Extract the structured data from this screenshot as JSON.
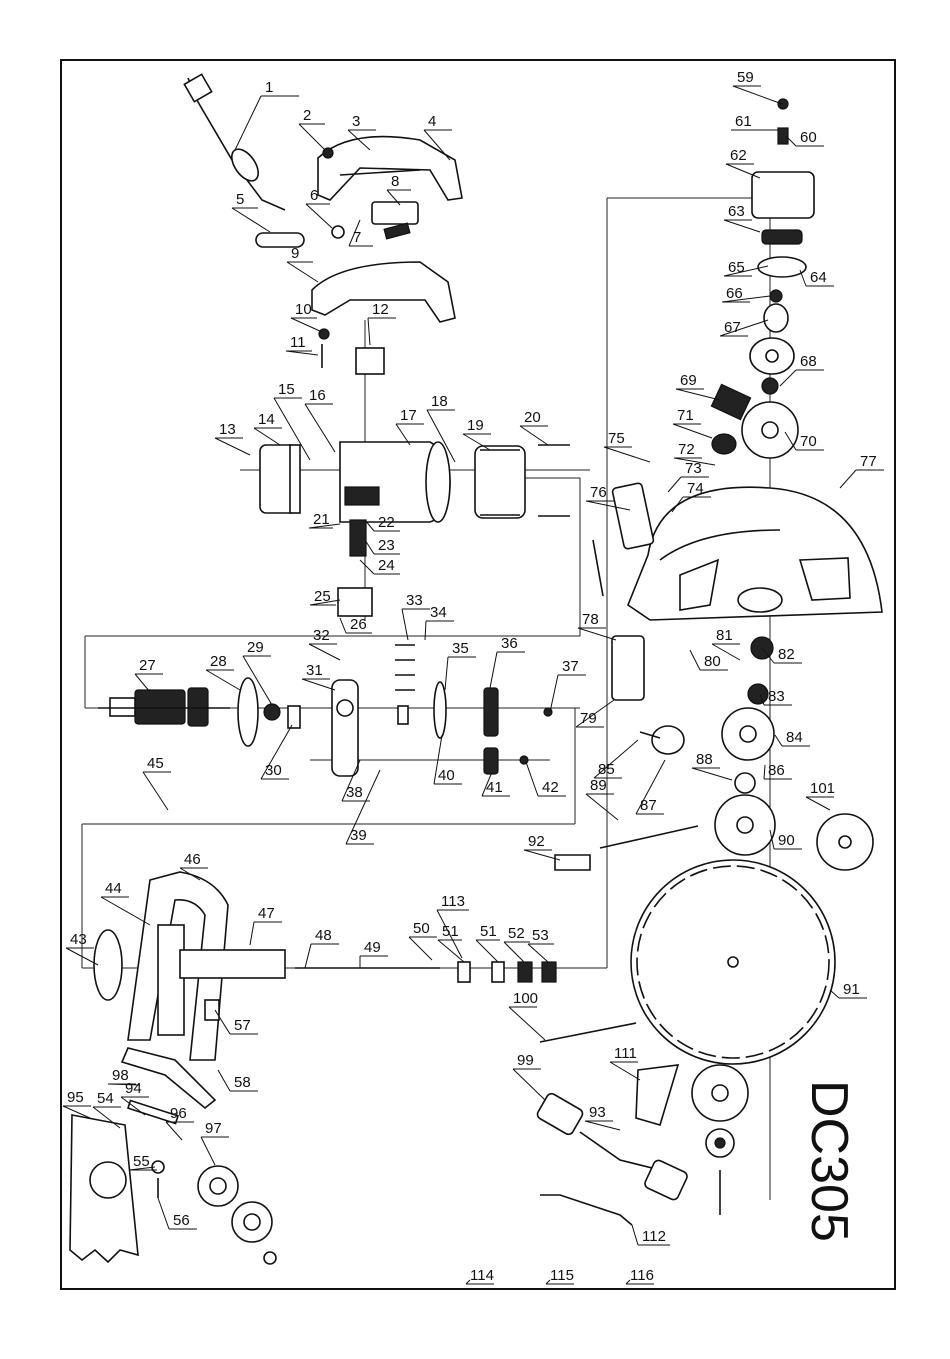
{
  "model": "DC305",
  "labels": [
    "1",
    "2",
    "3",
    "4",
    "5",
    "6",
    "7",
    "8",
    "9",
    "10",
    "11",
    "12",
    "13",
    "14",
    "15",
    "16",
    "17",
    "18",
    "19",
    "20",
    "21",
    "22",
    "23",
    "24",
    "25",
    "26",
    "27",
    "28",
    "29",
    "30",
    "31",
    "32",
    "33",
    "34",
    "35",
    "36",
    "37",
    "38",
    "39",
    "40",
    "41",
    "42",
    "43",
    "44",
    "45",
    "46",
    "47",
    "48",
    "49",
    "50",
    "51",
    "51",
    "52",
    "53",
    "54",
    "55",
    "56",
    "57",
    "58",
    "59",
    "60",
    "61",
    "62",
    "63",
    "64",
    "65",
    "66",
    "67",
    "68",
    "69",
    "70",
    "71",
    "72",
    "73",
    "74",
    "75",
    "76",
    "77",
    "78",
    "79",
    "80",
    "81",
    "82",
    "83",
    "84",
    "85",
    "86",
    "87",
    "88",
    "89",
    "90",
    "91",
    "92",
    "93",
    "94",
    "95",
    "96",
    "97",
    "98",
    "99",
    "100",
    "101",
    "111",
    "112",
    "113",
    "114",
    "115",
    "116"
  ]
}
